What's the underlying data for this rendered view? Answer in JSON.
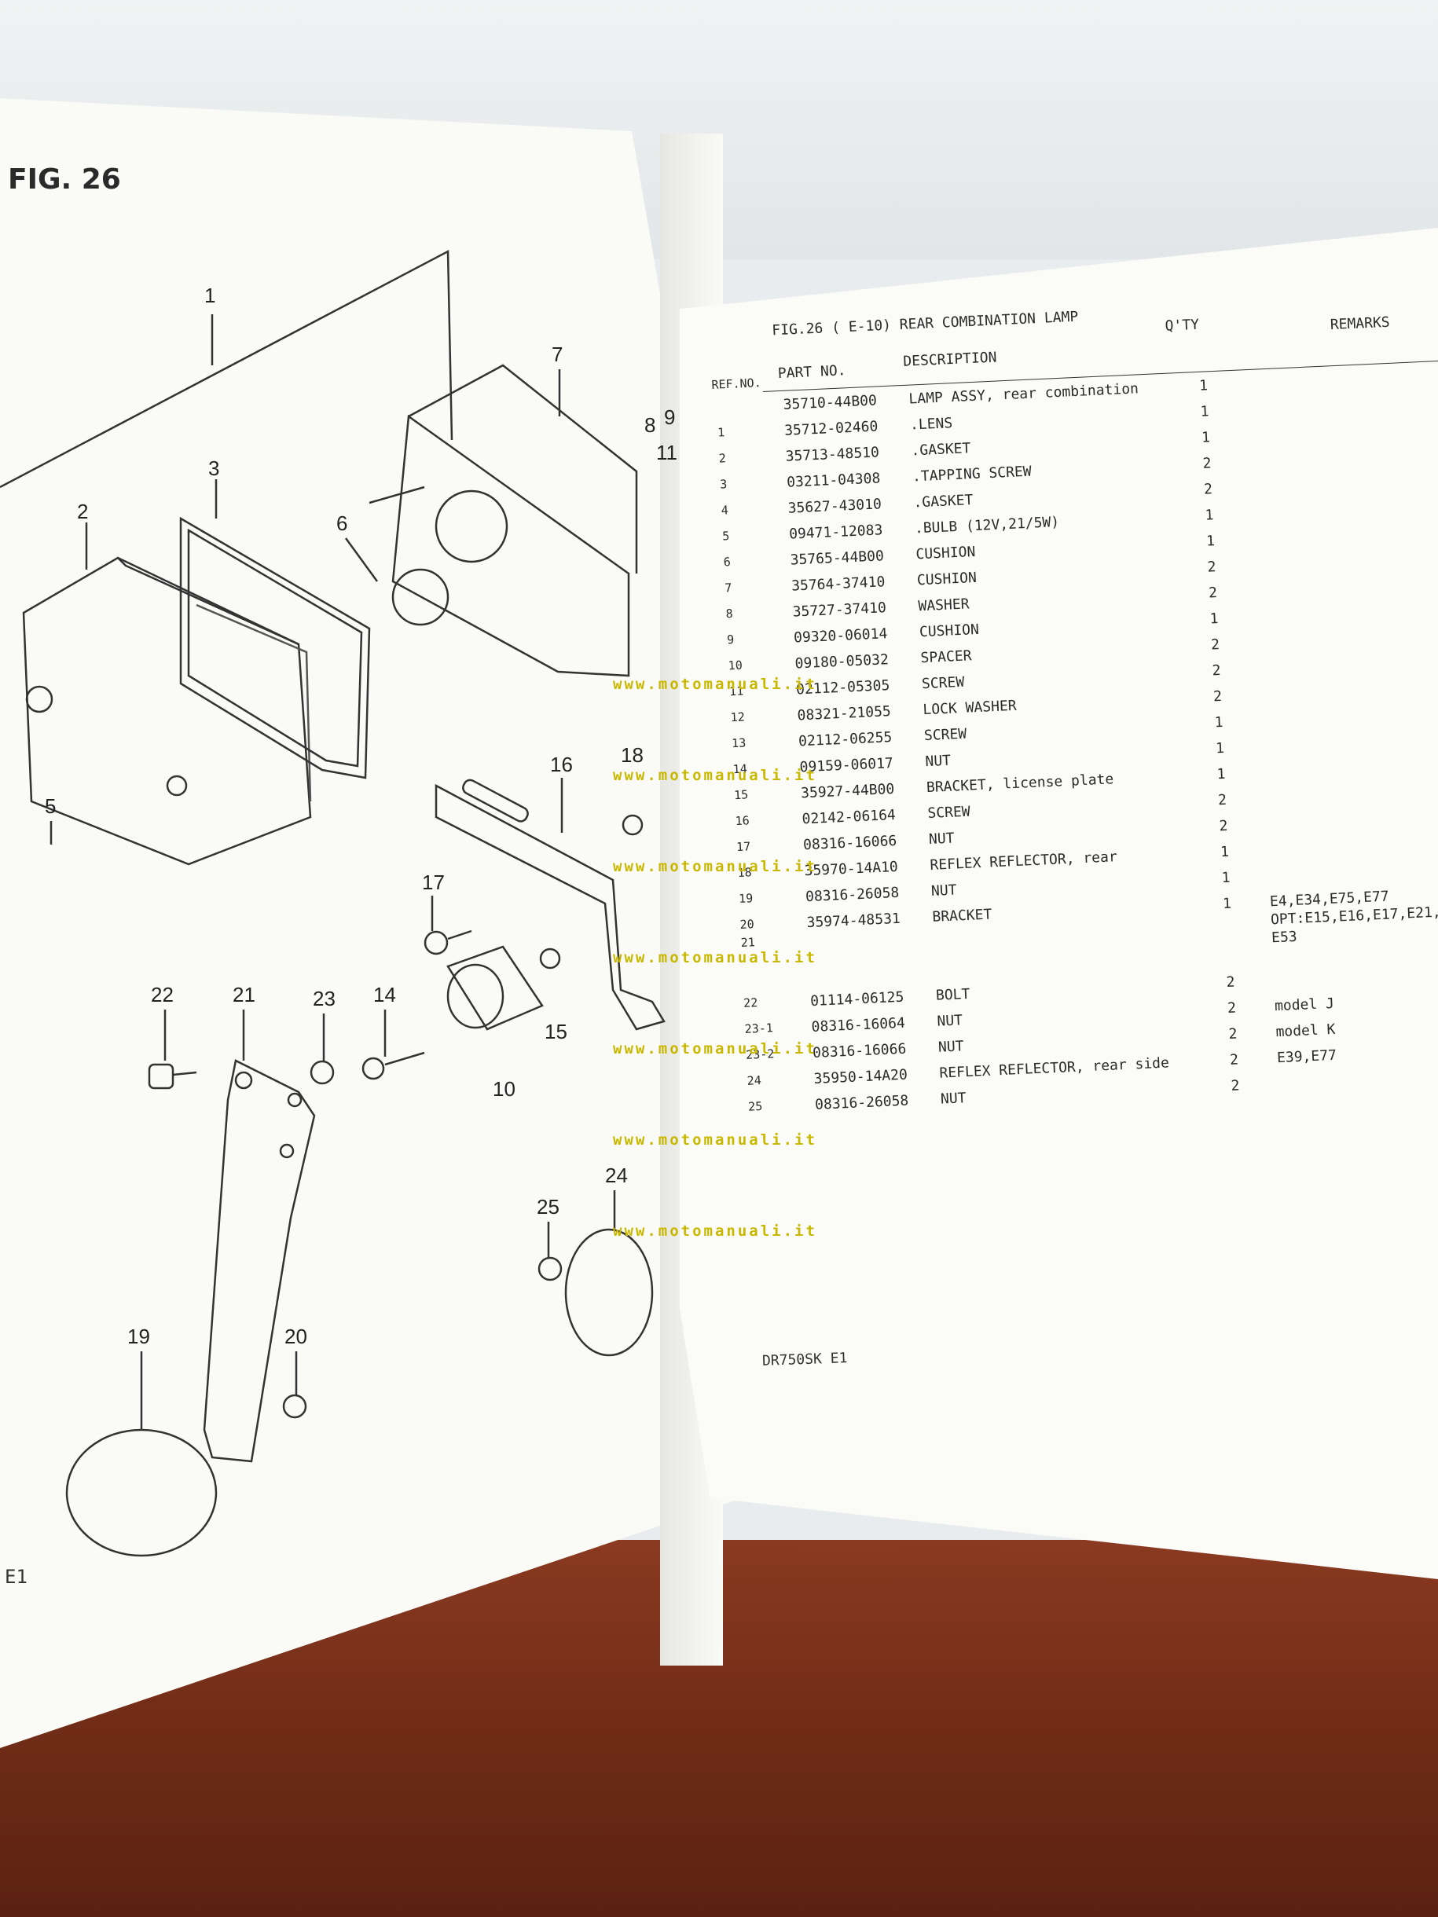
{
  "left_page": {
    "fig_title": "FIG. 26",
    "footer": "E1",
    "callouts": [
      "1",
      "2",
      "3",
      "5",
      "6",
      "7",
      "8",
      "9",
      "11",
      "14",
      "15",
      "16",
      "17",
      "18",
      "19",
      "20",
      "21",
      "22",
      "23",
      "24",
      "25",
      "10"
    ]
  },
  "right_page": {
    "table_title": "FIG.26 (  E-10) REAR COMBINATION LAMP",
    "headers": {
      "ref": "REF.NO.",
      "part": "PART NO.",
      "desc": "DESCRIPTION",
      "qty": "Q'TY",
      "remarks": "REMARKS"
    },
    "rows": [
      {
        "ref": "",
        "part": "35710-44B00",
        "desc": "LAMP ASSY, rear combination",
        "qty": "1",
        "rem": ""
      },
      {
        "ref": "1",
        "part": "35712-02460",
        "desc": ".LENS",
        "qty": "1",
        "rem": ""
      },
      {
        "ref": "2",
        "part": "35713-48510",
        "desc": ".GASKET",
        "qty": "1",
        "rem": ""
      },
      {
        "ref": "3",
        "part": "03211-04308",
        "desc": ".TAPPING SCREW",
        "qty": "2",
        "rem": ""
      },
      {
        "ref": "4",
        "part": "35627-43010",
        "desc": ".GASKET",
        "qty": "2",
        "rem": ""
      },
      {
        "ref": "5",
        "part": "09471-12083",
        "desc": ".BULB (12V,21/5W)",
        "qty": "1",
        "rem": ""
      },
      {
        "ref": "6",
        "part": "35765-44B00",
        "desc": "CUSHION",
        "qty": "1",
        "rem": ""
      },
      {
        "ref": "7",
        "part": "35764-37410",
        "desc": "CUSHION",
        "qty": "2",
        "rem": ""
      },
      {
        "ref": "8",
        "part": "35727-37410",
        "desc": "WASHER",
        "qty": "2",
        "rem": ""
      },
      {
        "ref": "9",
        "part": "09320-06014",
        "desc": "CUSHION",
        "qty": "1",
        "rem": ""
      },
      {
        "ref": "10",
        "part": "09180-05032",
        "desc": "SPACER",
        "qty": "2",
        "rem": ""
      },
      {
        "ref": "11",
        "part": "02112-05305",
        "desc": "SCREW",
        "qty": "2",
        "rem": ""
      },
      {
        "ref": "12",
        "part": "08321-21055",
        "desc": "LOCK WASHER",
        "qty": "2",
        "rem": ""
      },
      {
        "ref": "13",
        "part": "02112-06255",
        "desc": "SCREW",
        "qty": "1",
        "rem": ""
      },
      {
        "ref": "14",
        "part": "09159-06017",
        "desc": "NUT",
        "qty": "1",
        "rem": ""
      },
      {
        "ref": "15",
        "part": "35927-44B00",
        "desc": "BRACKET, license plate",
        "qty": "1",
        "rem": ""
      },
      {
        "ref": "16",
        "part": "02142-06164",
        "desc": "SCREW",
        "qty": "2",
        "rem": ""
      },
      {
        "ref": "17",
        "part": "08316-16066",
        "desc": "NUT",
        "qty": "2",
        "rem": ""
      },
      {
        "ref": "18",
        "part": "35970-14A10",
        "desc": "REFLEX REFLECTOR, rear",
        "qty": "1",
        "rem": ""
      },
      {
        "ref": "19",
        "part": "08316-26058",
        "desc": "NUT",
        "qty": "1",
        "rem": ""
      },
      {
        "ref": "20",
        "part": "35974-48531",
        "desc": "BRACKET",
        "qty": "1",
        "rem": "E4,E34,E75,E77"
      },
      {
        "ref": "21",
        "part": "",
        "desc": "",
        "qty": "",
        "rem": "OPT:E15,E16,E17,E21,"
      },
      {
        "ref": "",
        "part": "",
        "desc": "",
        "qty": "",
        "rem": "E53"
      },
      {
        "ref": "22",
        "part": "01114-06125",
        "desc": "BOLT",
        "qty": "2",
        "rem": ""
      },
      {
        "ref": "23-1",
        "part": "08316-16064",
        "desc": "NUT",
        "qty": "2",
        "rem": "model J"
      },
      {
        "ref": "23-2",
        "part": "08316-16066",
        "desc": "NUT",
        "qty": "2",
        "rem": "model K"
      },
      {
        "ref": "24",
        "part": "35950-14A20",
        "desc": "REFLEX REFLECTOR, rear side",
        "qty": "2",
        "rem": "E39,E77"
      },
      {
        "ref": "25",
        "part": "08316-26058",
        "desc": "NUT",
        "qty": "2",
        "rem": ""
      }
    ],
    "footer": "DR750SK E1"
  },
  "watermark": "www.motomanuali.it",
  "colors": {
    "page": "#fafaf7",
    "ink": "#2b2b2b",
    "watermark": "#c9b800",
    "wood": "#7a3119"
  }
}
